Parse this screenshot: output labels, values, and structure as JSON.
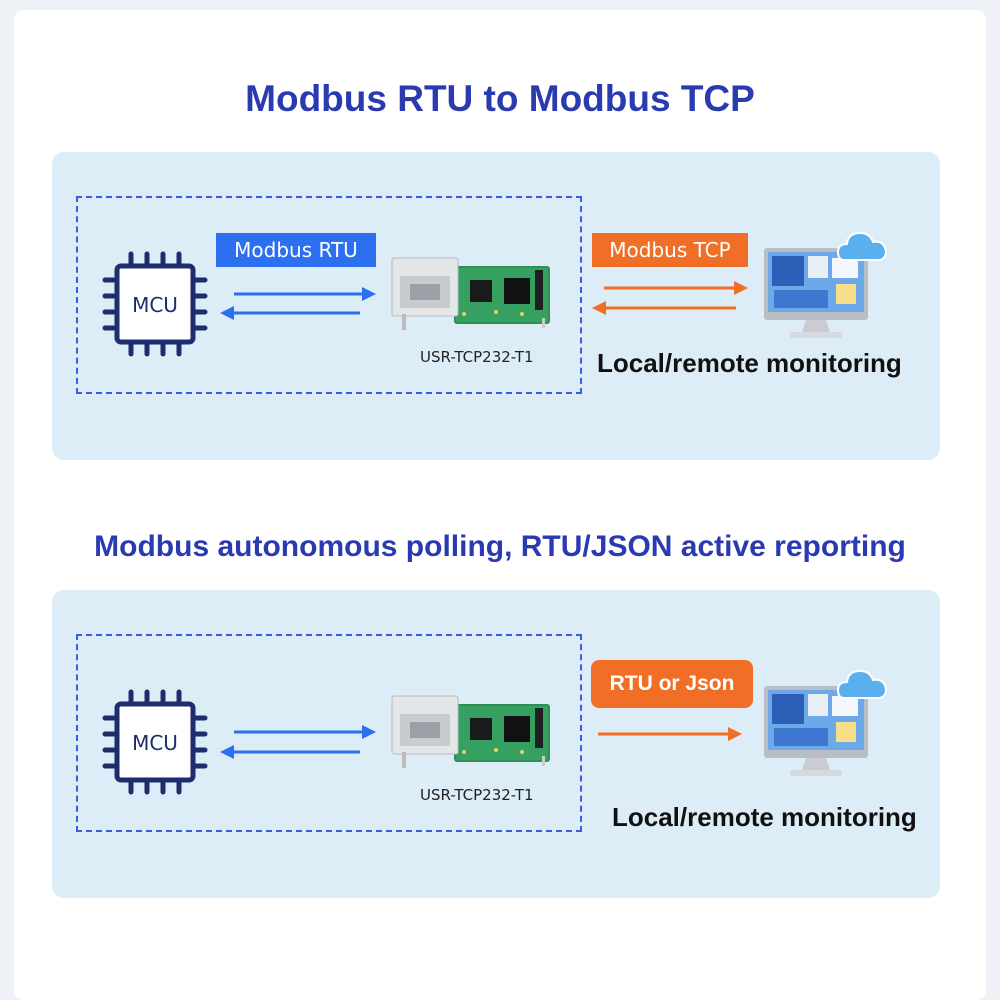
{
  "section1": {
    "title": "Modbus RTU to Modbus TCP",
    "mcu_label": "MCU",
    "left_tag": "Modbus RTU",
    "right_tag": "Modbus TCP",
    "device_model": "USR-TCP232-T1",
    "caption": "Local/remote monitoring"
  },
  "section2": {
    "title": "Modbus autonomous polling, RTU/JSON active reporting",
    "mcu_label": "MCU",
    "right_tag": "RTU or Json",
    "device_model": "USR-TCP232-T1",
    "caption": "Local/remote monitoring"
  },
  "colors": {
    "title": "#2a3ab0",
    "panel": "#dcedf7",
    "blue_accent": "#2c6ff0",
    "orange_accent": "#f06e25",
    "chip": "#1d2d6e"
  },
  "icons": [
    "mcu-chip-icon",
    "serial-server-module-icon",
    "monitor-computer-icon",
    "cloud-icon"
  ]
}
